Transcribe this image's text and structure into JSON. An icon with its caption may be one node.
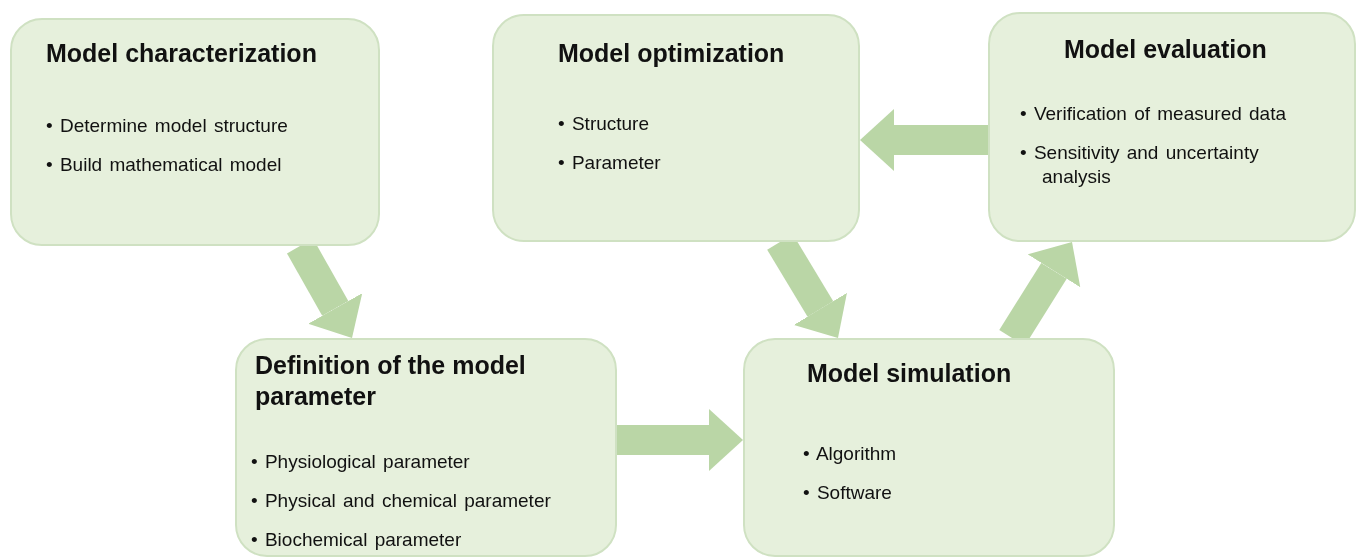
{
  "diagram": {
    "nodes": [
      {
        "text": [
          "Model characterization",
          "• Determine model structure",
          "• Build mathematical model"
        ]
      },
      {
        "text": [
          "Model optimization",
          "• Structure",
          "• Parameter"
        ]
      },
      {
        "text": [
          "Model evaluation",
          "• Verification of measured data",
          "• Sensitivity and uncertainty analysis"
        ]
      },
      {
        "text": [
          "Definition of the model parameter",
          "• Physiological parameter",
          "• Physical and chemical parameter",
          "• Biochemical parameter"
        ]
      },
      {
        "text": [
          "Model simulation",
          "• Algorithm",
          "• Software"
        ]
      }
    ],
    "edges": [
      {
        "from": 0,
        "to": 3,
        "arrow": "to"
      },
      {
        "from": 3,
        "to": 4,
        "arrow": "to"
      },
      {
        "from": 4,
        "to": 2,
        "arrow": "to"
      },
      {
        "from": 2,
        "to": 1,
        "arrow": "to"
      },
      {
        "from": 1,
        "to": 4,
        "arrow": "to"
      }
    ]
  }
}
